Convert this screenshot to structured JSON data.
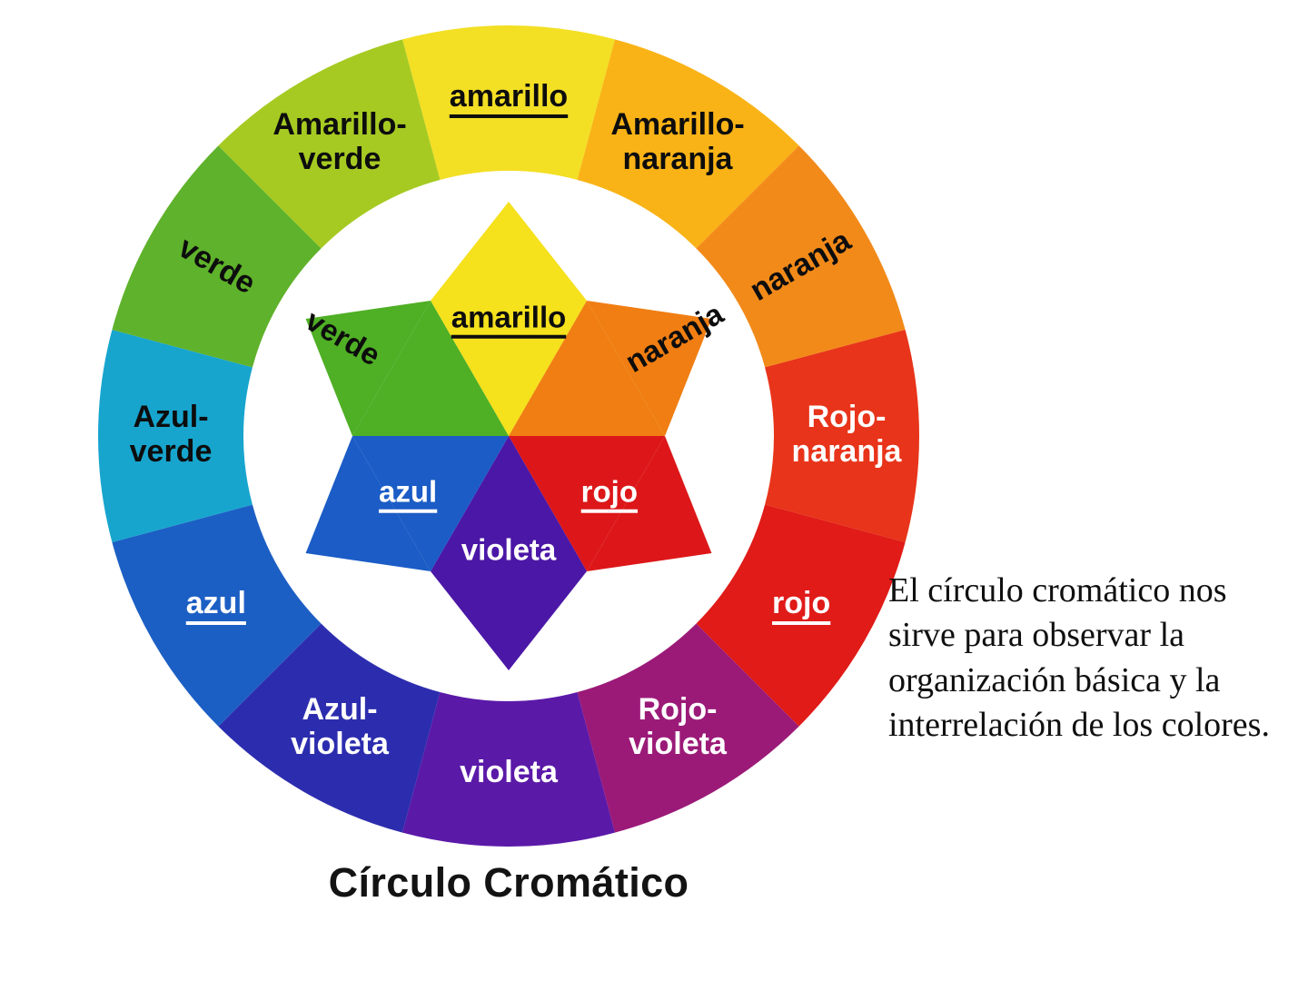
{
  "figure": {
    "title": "Círculo Cromático",
    "outer_ring": [
      {
        "key": "amarillo",
        "label": "amarillo",
        "color": "#F3DF24",
        "text_color": "#0d0d0d",
        "underline": true,
        "angle": 0,
        "rotate": false,
        "lines": [
          "amarillo"
        ]
      },
      {
        "key": "amarillo-naranja",
        "label": "Amarillo-naranja",
        "color": "#F9B316",
        "text_color": "#0d0d0d",
        "underline": false,
        "angle": 30,
        "rotate": false,
        "lines": [
          "Amarillo-",
          "naranja"
        ]
      },
      {
        "key": "naranja",
        "label": "naranja",
        "color": "#F28A19",
        "text_color": "#0d0d0d",
        "underline": false,
        "angle": 60,
        "rotate": true,
        "lines": [
          "naranja"
        ]
      },
      {
        "key": "rojo-naranja",
        "label": "Rojo-naranja",
        "color": "#E8341A",
        "text_color": "#ffffff",
        "underline": false,
        "angle": 90,
        "rotate": false,
        "lines": [
          "Rojo-",
          "naranja"
        ]
      },
      {
        "key": "rojo",
        "label": "rojo",
        "color": "#E01B18",
        "text_color": "#ffffff",
        "underline": true,
        "angle": 120,
        "rotate": false,
        "lines": [
          "rojo"
        ]
      },
      {
        "key": "rojo-violeta",
        "label": "Rojo-violeta",
        "color": "#9B1A78",
        "text_color": "#ffffff",
        "underline": false,
        "angle": 150,
        "rotate": false,
        "lines": [
          "Rojo-",
          "violeta"
        ]
      },
      {
        "key": "violeta",
        "label": "violeta",
        "color": "#5B19A8",
        "text_color": "#ffffff",
        "underline": false,
        "angle": 180,
        "rotate": false,
        "lines": [
          "violeta"
        ]
      },
      {
        "key": "azul-violeta",
        "label": "Azul-violeta",
        "color": "#2C2DAE",
        "text_color": "#ffffff",
        "underline": false,
        "angle": 210,
        "rotate": false,
        "lines": [
          "Azul-",
          "violeta"
        ]
      },
      {
        "key": "azul",
        "label": "azul",
        "color": "#1C5FC4",
        "text_color": "#ffffff",
        "underline": true,
        "angle": 240,
        "rotate": false,
        "lines": [
          "azul"
        ]
      },
      {
        "key": "azul-verde",
        "label": "Azul-verde",
        "color": "#17A5CE",
        "text_color": "#0d0d0d",
        "underline": false,
        "angle": 270,
        "rotate": false,
        "lines": [
          "Azul-",
          "verde"
        ]
      },
      {
        "key": "verde",
        "label": "verde",
        "color": "#5FB22B",
        "text_color": "#0d0d0d",
        "underline": false,
        "angle": 300,
        "rotate": true,
        "lines": [
          "verde"
        ]
      },
      {
        "key": "amarillo-verde",
        "label": "Amarillo-verde",
        "color": "#A6CA22",
        "text_color": "#0d0d0d",
        "underline": false,
        "angle": 330,
        "rotate": false,
        "lines": [
          "Amarillo-",
          "verde"
        ]
      }
    ],
    "inner_wheel": [
      {
        "key": "amarillo",
        "label": "amarillo",
        "color": "#F5E11C",
        "text_color": "#0d0d0d",
        "underline": true,
        "angle": 0,
        "rotate": false,
        "bold": true
      },
      {
        "key": "naranja",
        "label": "naranja",
        "color": "#F07E12",
        "text_color": "#0d0d0d",
        "underline": false,
        "angle": 60,
        "rotate": true,
        "bold": true
      },
      {
        "key": "rojo",
        "label": "rojo",
        "color": "#DD1719",
        "text_color": "#ffffff",
        "underline": true,
        "angle": 120,
        "rotate": false,
        "bold": true
      },
      {
        "key": "violeta",
        "label": "violeta",
        "color": "#4B17A6",
        "text_color": "#ffffff",
        "underline": false,
        "angle": 180,
        "rotate": false,
        "bold": false
      },
      {
        "key": "azul",
        "label": "azul",
        "color": "#1B5CC6",
        "text_color": "#ffffff",
        "underline": true,
        "angle": 240,
        "rotate": false,
        "bold": true
      },
      {
        "key": "verde",
        "label": "verde",
        "color": "#4FAF25",
        "text_color": "#0d0d0d",
        "underline": false,
        "angle": 300,
        "rotate": true,
        "bold": true
      }
    ],
    "gap_color": "#ffffff"
  },
  "explanation": {
    "text": " El círculo cromático nos sirve para observar la organización básica y la interrelación de los colores."
  }
}
